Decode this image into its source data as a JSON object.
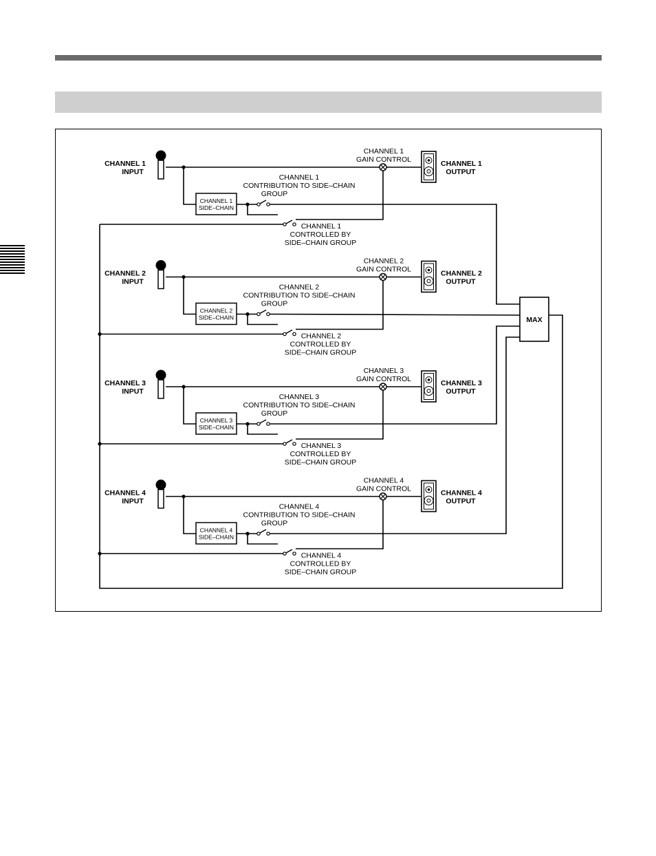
{
  "channels": [
    {
      "input_label_1": "CHANNEL  1",
      "input_label_2": "INPUT",
      "output_label_1": "CHANNEL  1",
      "output_label_2": "OUTPUT",
      "gain_label_1": "CHANNEL  1",
      "gain_label_2": "GAIN  CONTROL",
      "contrib_label_1": "CHANNEL  1",
      "contrib_label_2": "CONTRIBUTION  TO  SIDE–CHAIN",
      "contrib_label_3": "GROUP",
      "ctrl_label_1": "CHANNEL  1",
      "ctrl_label_2": "CONTROLLED  BY",
      "ctrl_label_3": "SIDE–CHAIN  GROUP",
      "sc_label_1": "CHANNEL  1",
      "sc_label_2": "SIDE–CHAIN"
    },
    {
      "input_label_1": "CHANNEL  2",
      "input_label_2": "INPUT",
      "output_label_1": "CHANNEL  2",
      "output_label_2": "OUTPUT",
      "gain_label_1": "CHANNEL  2",
      "gain_label_2": "GAIN  CONTROL",
      "contrib_label_1": "CHANNEL  2",
      "contrib_label_2": "CONTRIBUTION  TO  SIDE–CHAIN",
      "contrib_label_3": "GROUP",
      "ctrl_label_1": "CHANNEL  2",
      "ctrl_label_2": "CONTROLLED  BY",
      "ctrl_label_3": "SIDE–CHAIN  GROUP",
      "sc_label_1": "CHANNEL  2",
      "sc_label_2": "SIDE–CHAIN"
    },
    {
      "input_label_1": "CHANNEL  3",
      "input_label_2": "INPUT",
      "output_label_1": "CHANNEL  3",
      "output_label_2": "OUTPUT",
      "gain_label_1": "CHANNEL  3",
      "gain_label_2": "GAIN  CONTROL",
      "contrib_label_1": "CHANNEL  3",
      "contrib_label_2": "CONTRIBUTION  TO  SIDE–CHAIN",
      "contrib_label_3": "GROUP",
      "ctrl_label_1": "CHANNEL  3",
      "ctrl_label_2": "CONTROLLED  BY",
      "ctrl_label_3": "SIDE–CHAIN  GROUP",
      "sc_label_1": "CHANNEL  3",
      "sc_label_2": "SIDE–CHAIN"
    },
    {
      "input_label_1": "CHANNEL  4",
      "input_label_2": "INPUT",
      "output_label_1": "CHANNEL  4",
      "output_label_2": "OUTPUT",
      "gain_label_1": "CHANNEL  4",
      "gain_label_2": "GAIN  CONTROL",
      "contrib_label_1": "CHANNEL  4",
      "contrib_label_2": "CONTRIBUTION  TO  SIDE–CHAIN",
      "contrib_label_3": "GROUP",
      "ctrl_label_1": "CHANNEL  4",
      "ctrl_label_2": "CONTROLLED  BY",
      "ctrl_label_3": "SIDE–CHAIN  GROUP",
      "sc_label_1": "CHANNEL  4",
      "sc_label_2": "SIDE–CHAIN"
    }
  ],
  "max_block": {
    "label": "MAX"
  },
  "icons": {
    "input": "microphone-icon",
    "output": "speaker-icon",
    "gain": "gain-control-icon"
  },
  "colors": {
    "rule": "#6b6b6b",
    "section_bar": "#cfcfcf",
    "line": "#000000"
  }
}
